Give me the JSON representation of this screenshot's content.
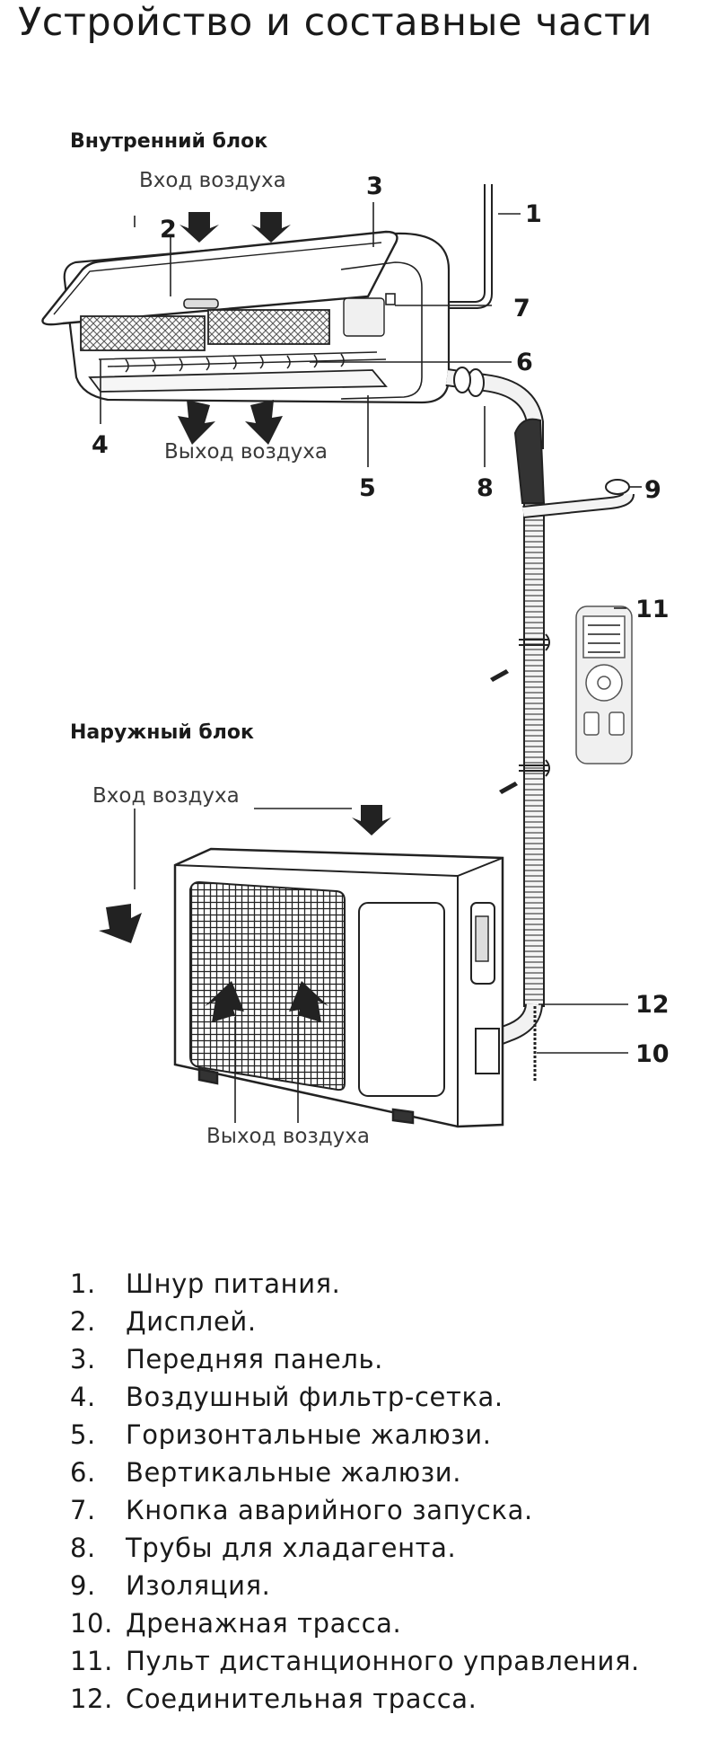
{
  "title": "Устройство и составные части",
  "indoor": {
    "heading": "Внутренний блок",
    "air_in": "Вход воздуха",
    "air_out": "Выход воздуха"
  },
  "outdoor": {
    "heading": "Наружный блок",
    "air_in": "Вход воздуха",
    "air_out": "Выход воздуха"
  },
  "callouts": [
    "1",
    "2",
    "3",
    "4",
    "5",
    "6",
    "7",
    "8",
    "9",
    "10",
    "11",
    "12"
  ],
  "legend": [
    {
      "num": "1.",
      "text": "Шнур питания."
    },
    {
      "num": "2.",
      "text": "Дисплей."
    },
    {
      "num": "3.",
      "text": "Передняя панель."
    },
    {
      "num": "4.",
      "text": "Воздушный фильтр-сетка."
    },
    {
      "num": "5.",
      "text": "Горизонтальные жалюзи."
    },
    {
      "num": "6.",
      "text": "Вертикальные жалюзи."
    },
    {
      "num": "7.",
      "text": "Кнопка аварийного запуска."
    },
    {
      "num": "8.",
      "text": "Трубы для хладагента."
    },
    {
      "num": "9.",
      "text": "Изоляция."
    },
    {
      "num": "10.",
      "text": "Дренажная трасса."
    },
    {
      "num": "11.",
      "text": "Пульт дистанционного управления."
    },
    {
      "num": "12.",
      "text": "Соединительная трасса."
    }
  ],
  "colors": {
    "ink": "#1a1a1a",
    "line": "#333333",
    "fill_light": "#f2f2f2"
  }
}
